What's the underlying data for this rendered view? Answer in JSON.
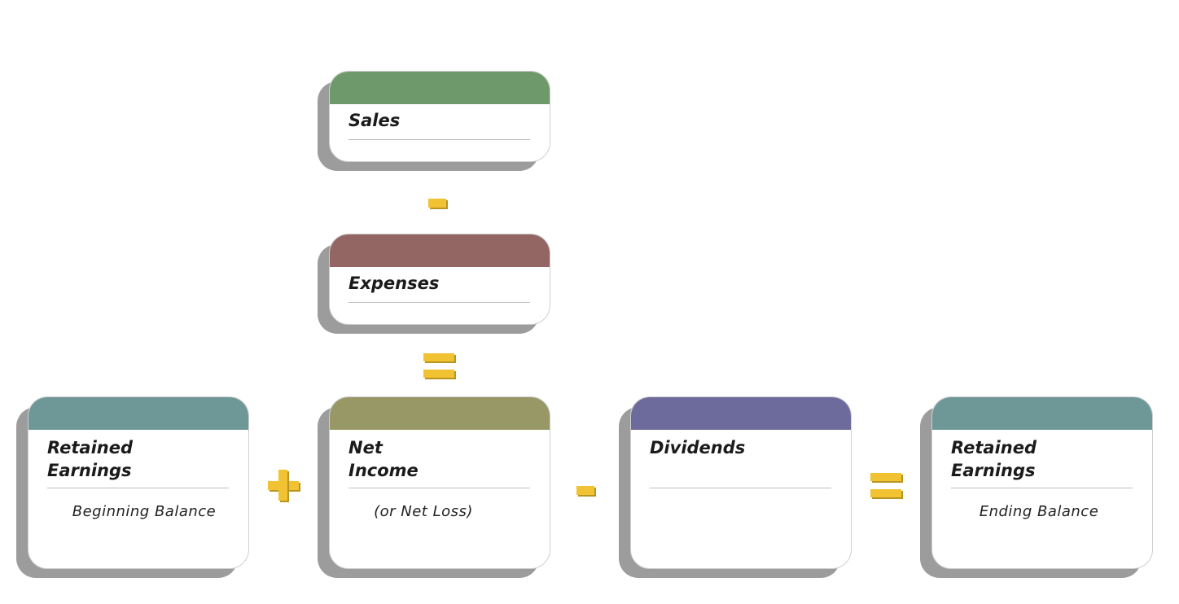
{
  "colors": {
    "sales": "#6e9a6b",
    "expenses": "#946663",
    "retained": "#6e9898",
    "net_income": "#979866",
    "dividends": "#6d6b9b",
    "operator": "#f1c232",
    "shadow": "#9c9c9c"
  },
  "cards": {
    "sales": {
      "title": "Sales"
    },
    "expenses": {
      "title": "Expenses"
    },
    "retained_begin": {
      "title": "Retained\nEarnings",
      "subtitle": "Beginning Balance"
    },
    "net_income": {
      "title": "Net\nIncome",
      "subtitle": "(or Net Loss)"
    },
    "dividends": {
      "title": "Dividends"
    },
    "retained_end": {
      "title": "Retained\nEarnings",
      "subtitle": "Ending Balance"
    }
  },
  "operators": [
    "minus",
    "equals",
    "plus",
    "minus",
    "equals"
  ]
}
